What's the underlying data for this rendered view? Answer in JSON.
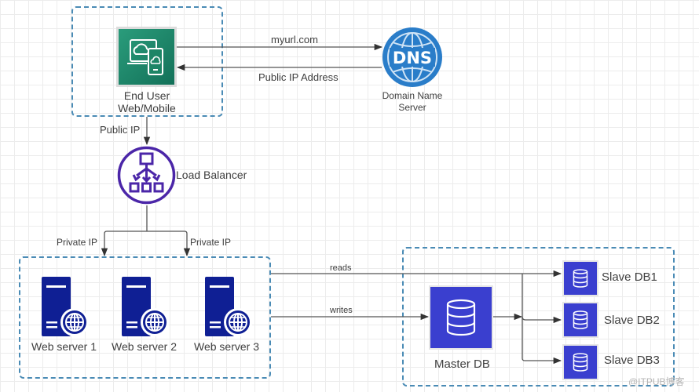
{
  "nodes": {
    "end_user": {
      "label_line1": "End User",
      "label_line2": "Web/Mobile",
      "icon": "laptop-mobile-cloud-icon",
      "color": "#1f8a6b"
    },
    "dns": {
      "icon_text": "DNS",
      "label_line1": "Domain Name",
      "label_line2": "Server",
      "color": "#2a7dc9"
    },
    "load_balancer": {
      "label": "Load Balancer",
      "icon": "load-balancer-icon",
      "color": "#4b26a8"
    },
    "web_servers": [
      {
        "label": "Web server 1"
      },
      {
        "label": "Web server 2"
      },
      {
        "label": "Web server 3"
      }
    ],
    "master_db": {
      "label": "Master DB"
    },
    "slave_dbs": [
      {
        "label": "Slave DB1"
      },
      {
        "label": "Slave DB2"
      },
      {
        "label": "Slave DB3"
      }
    ]
  },
  "edges": {
    "request": "myurl.com",
    "response": "Public IP Address",
    "public_ip": "Public IP",
    "private_ip_1": "Private IP",
    "private_ip_2": "Private IP",
    "reads": "reads",
    "writes": "writes"
  },
  "colors": {
    "server": "#0f1f94",
    "db": "#3a3fcf",
    "group_border": "#4a8bb5",
    "wire": "#555555"
  },
  "watermark": "@ITPUB博客"
}
